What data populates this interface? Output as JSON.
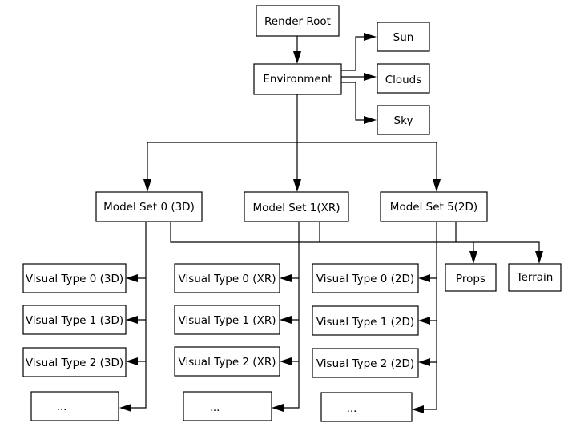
{
  "nodes": {
    "render_root": "Render Root",
    "environment": "Environment",
    "sun": "Sun",
    "clouds": "Clouds",
    "sky": "Sky",
    "model_set_0": "Model Set 0 (3D)",
    "model_set_1": "Model Set 1(XR)",
    "model_set_5": "Model Set 5(2D)",
    "props": "Props",
    "terrain": "Terrain",
    "vt0_3d": "Visual Type 0 (3D)",
    "vt1_3d": "Visual Type 1 (3D)",
    "vt2_3d": "Visual Type 2 (3D)",
    "more_3d": "...",
    "vt0_xr": "Visual Type 0 (XR)",
    "vt1_xr": "Visual Type 1 (XR)",
    "vt2_xr": "Visual Type 2 (XR)",
    "more_xr": "...",
    "vt0_2d": "Visual Type 0 (2D)",
    "vt1_2d": "Visual Type 1 (2D)",
    "vt2_2d": "Visual Type 2 (2D)",
    "more_2d": "..."
  }
}
